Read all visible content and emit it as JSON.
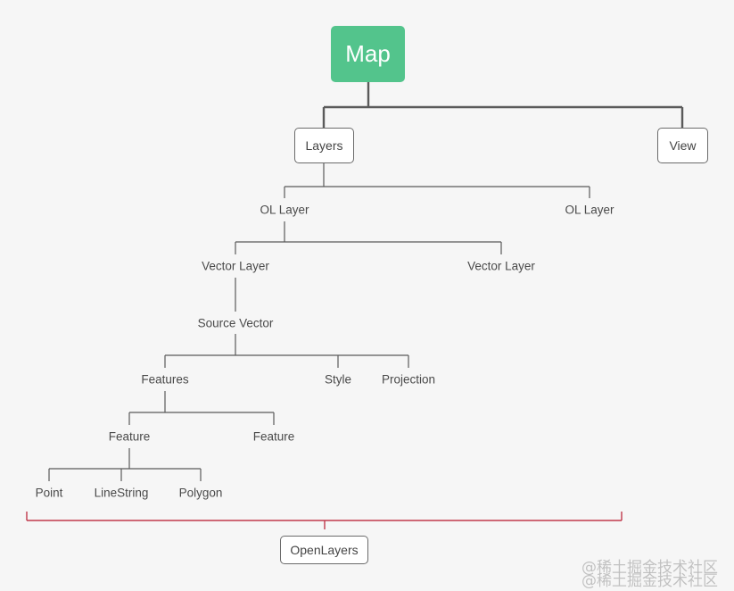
{
  "diagram": {
    "root": "Map",
    "layers": "Layers",
    "view": "View",
    "ol_layer_1": "OL Layer",
    "ol_layer_2": "OL Layer",
    "vector_layer_1": "Vector Layer",
    "vector_layer_2": "Vector Layer",
    "source_vector": "Source Vector",
    "features": "Features",
    "style": "Style",
    "projection": "Projection",
    "feature_1": "Feature",
    "feature_2": "Feature",
    "point": "Point",
    "linestring": "LineString",
    "polygon": "Polygon",
    "group_label": "OpenLayers"
  },
  "watermark": "@稀土掘金技术社区",
  "colors": {
    "root_fill": "#53c48c",
    "connector": "#5a5a5a",
    "bracket": "#c0394b"
  }
}
